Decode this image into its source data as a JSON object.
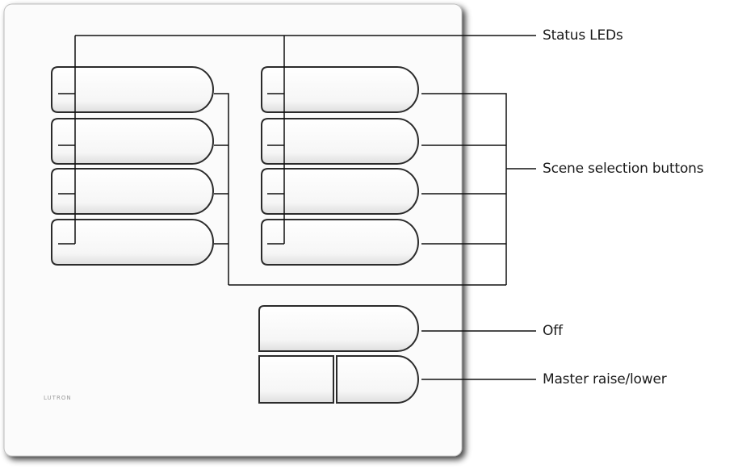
{
  "brand": "LUTRON",
  "labels": {
    "status_leds": "Status LEDs",
    "scene_selection_buttons": "Scene selection buttons",
    "off": "Off",
    "master_raise_lower": "Master raise/lower"
  },
  "colors": {
    "faceplate": "#fbfbfb",
    "faceplate_shadow": "#8a8a8a",
    "button_face": "#ffffff",
    "button_outline": "#2b2b2b",
    "leader_line": "#111111",
    "text": "#1a1a1a"
  }
}
